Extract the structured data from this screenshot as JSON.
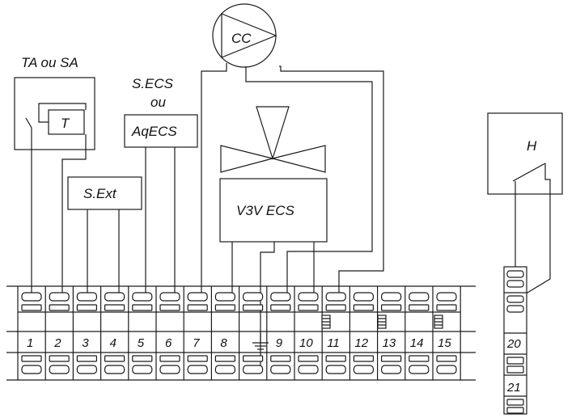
{
  "labels": {
    "ta_sa": "TA ou SA",
    "thermostat": "T",
    "secs_line1": "S.ECS",
    "secs_line2": "ou",
    "secs_line3": "AqECS",
    "sext": "S.Ext",
    "pump": "CC",
    "valve": "V3V ECS",
    "hygrostat": "H"
  },
  "terminals": [
    "1",
    "2",
    "3",
    "4",
    "5",
    "6",
    "7",
    "8",
    "",
    "9",
    "10",
    "11",
    "12",
    "13",
    "14",
    "15"
  ],
  "side_terminals": [
    "20",
    "21"
  ],
  "colors": {
    "line": "#1a1a1a",
    "background": "#ffffff"
  }
}
